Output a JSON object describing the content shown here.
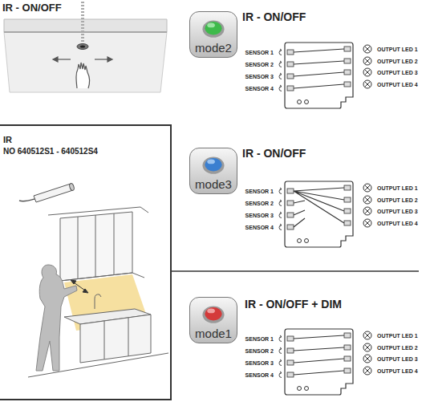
{
  "diagram": {
    "nodes": [
      {
        "text": [
          "mode2"
        ]
      },
      {
        "text": [
          "IR",
          "NO 640512S1 - 640512S4"
        ]
      },
      {
        "text": [
          "mode3"
        ]
      },
      {
        "text": [
          "mode1"
        ]
      }
    ],
    "labels": [
      "IR - ON/OFF",
      "IR - ON/OFF",
      "SENSOR 1",
      "SENSOR 2",
      "SENSOR 3",
      "SENSOR 4",
      "OUTPUT LED 1",
      "OUTPUT LED 2",
      "OUTPUT LED 3",
      "OUTPUT LED 4",
      "IR - ON/OFF",
      "SENSOR 1",
      "SENSOR 2",
      "SENSOR 3",
      "SENSOR 4",
      "OUTPUT LED 1",
      "OUTPUT LED 2",
      "OUTPUT LED 3",
      "OUTPUT LED 4",
      "IR - ON/OFF + DIM",
      "SENSOR 1",
      "SENSOR 2",
      "SENSOR 3",
      "SENSOR 4",
      "OUTPUT LED 1",
      "OUTPUT LED 2",
      "OUTPUT LED 3",
      "OUTPUT LED 4"
    ]
  }
}
